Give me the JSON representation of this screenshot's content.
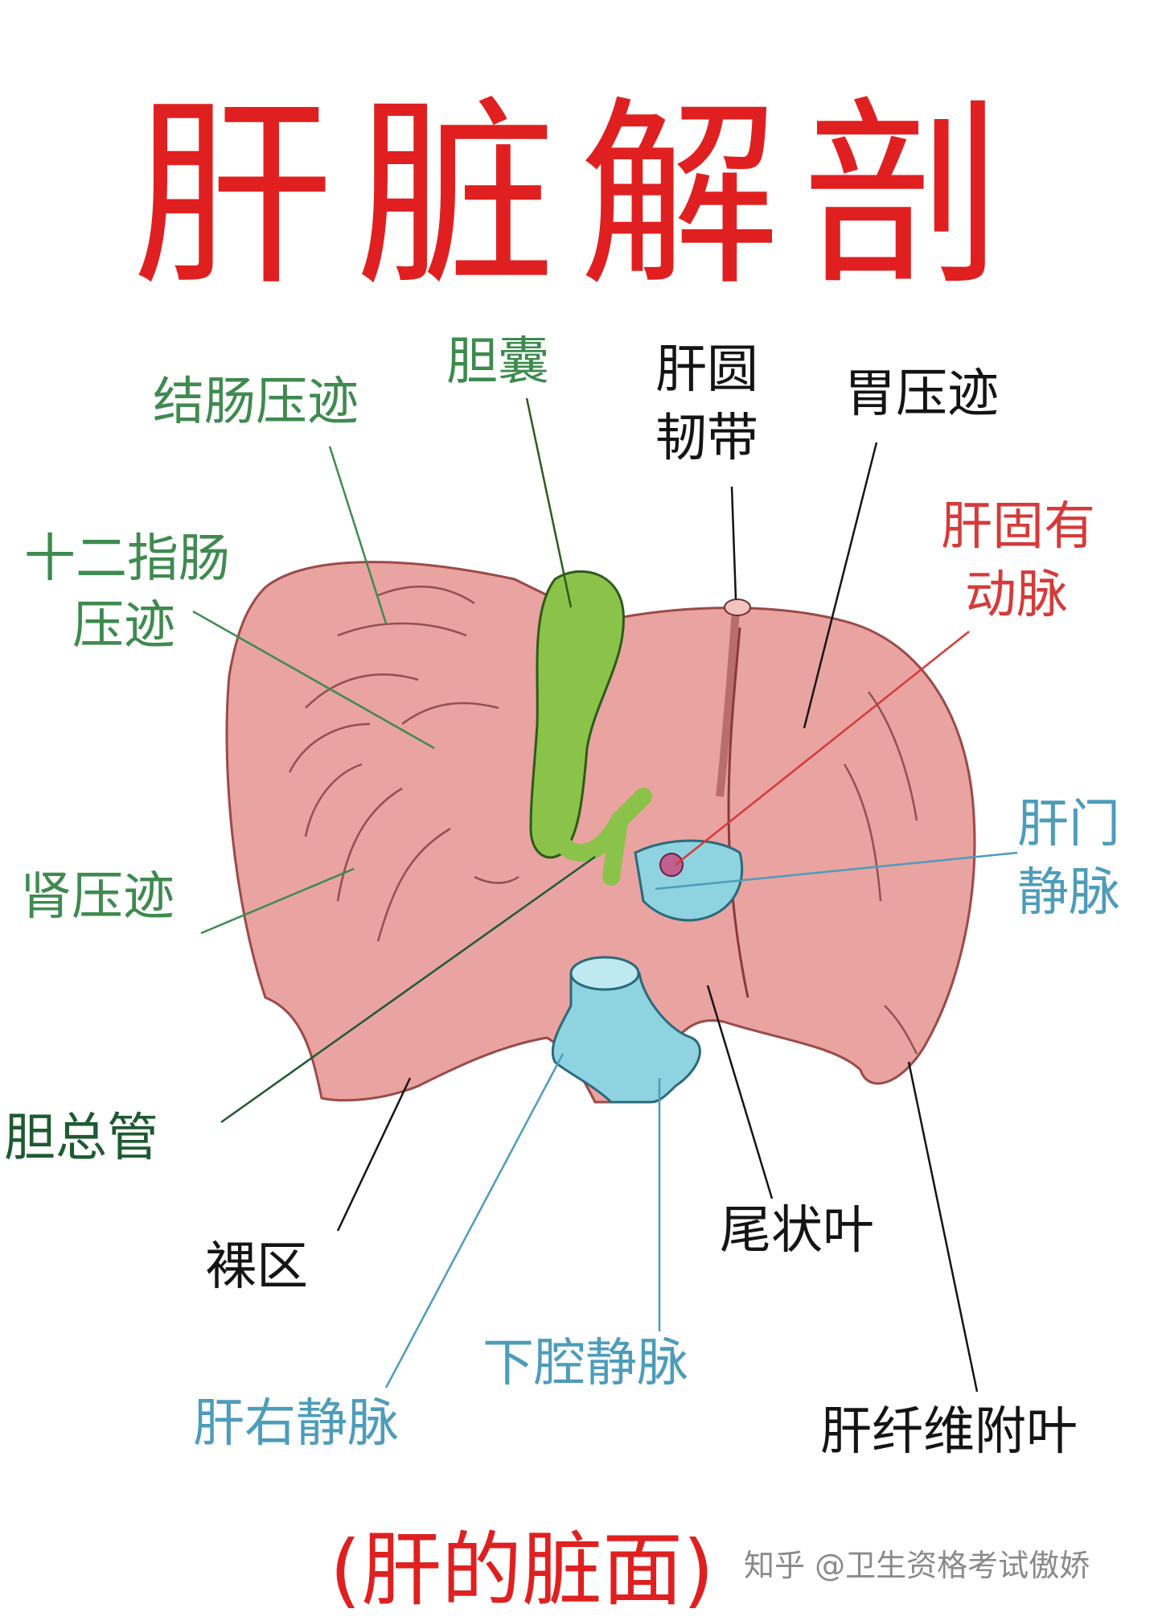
{
  "title": "肝脏解剖",
  "caption": "(肝的脏面)",
  "watermark": "知乎 @卫生资格考试傲娇",
  "colors": {
    "title": "#e02020",
    "liver": "#e9a3a0",
    "gallbladder": "#8bc34a",
    "vena_cava": "#8fd3e0",
    "label_green": "#3e8a4f",
    "label_blue": "#4d9cba",
    "label_red": "#d63a3a",
    "label_black": "#141414"
  },
  "labels": {
    "colic_impression": "结肠压迹",
    "duodenal_impression": [
      "十二指肠",
      "压迹"
    ],
    "renal_impression": "肾压迹",
    "gallbladder": "胆囊",
    "round_ligament": [
      "肝圆",
      "韧带"
    ],
    "gastric_impression": "胃压迹",
    "proper_hepatic_artery": [
      "肝固有",
      "动脉"
    ],
    "portal_vein": [
      "肝门",
      "静脉"
    ],
    "common_bile_duct": "胆总管",
    "bare_area": "裸区",
    "caudate_lobe": "尾状叶",
    "inferior_vena_cava": "下腔静脉",
    "right_hepatic_vein": "肝右静脉",
    "fibrous_appendix": "肝纤维附叶"
  }
}
